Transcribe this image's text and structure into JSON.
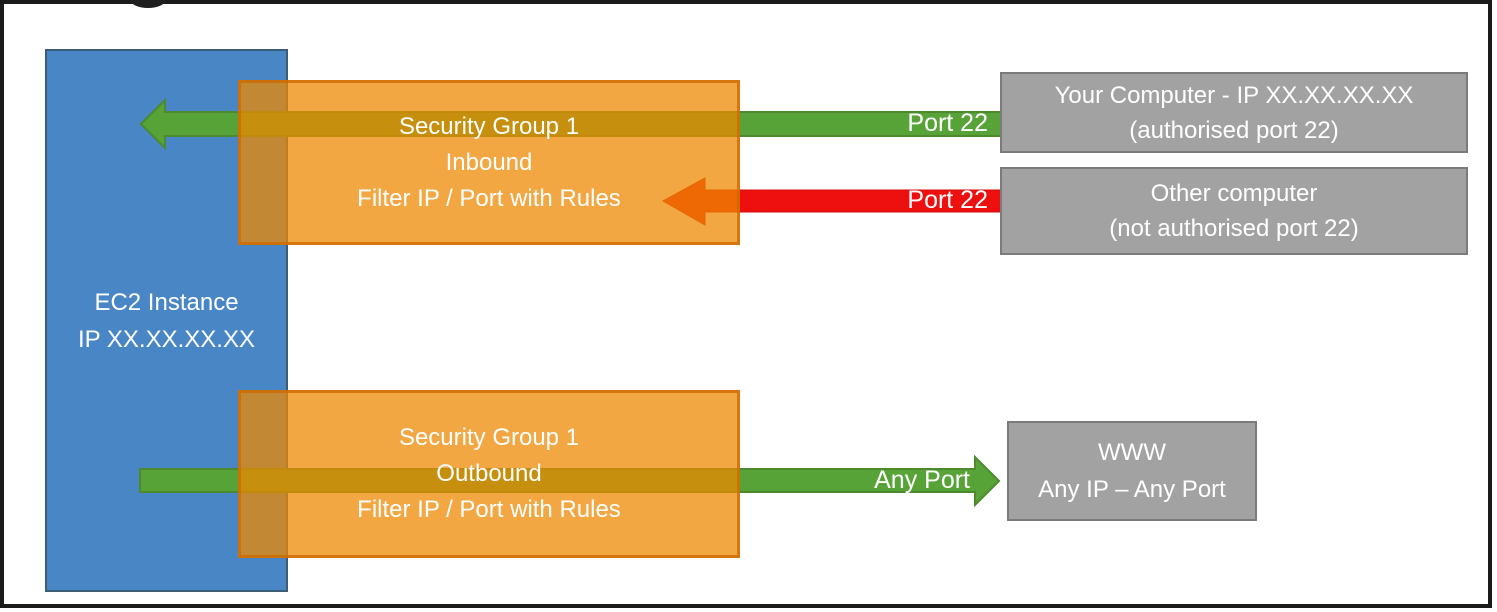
{
  "boxes": {
    "ec2": {
      "line1": "EC2 Instance",
      "line2": "IP XX.XX.XX.XX"
    },
    "sg_inbound": {
      "line1": "Security Group 1",
      "line2": "Inbound",
      "line3": "Filter IP / Port with Rules"
    },
    "sg_outbound": {
      "line1": "Security Group 1",
      "line2": "Outbound",
      "line3": "Filter IP / Port with Rules"
    },
    "your_computer": {
      "line1": "Your Computer - IP XX.XX.XX.XX",
      "line2": "(authorised port 22)"
    },
    "other_computer": {
      "line1": "Other computer",
      "line2": "(not authorised port 22)"
    },
    "www": {
      "line1": "WWW",
      "line2": "Any IP – Any Port"
    }
  },
  "arrow_labels": {
    "inbound_allowed": "Port 22",
    "inbound_blocked": "Port 22",
    "outbound": "Any Port"
  },
  "colors": {
    "ec2_blue": "#4886C6",
    "ec2_border": "#3C5C78",
    "security_group_orange": "#F2A73E",
    "allowed_green": "#57A337",
    "allowed_green_border": "#4C8A2D",
    "blocked_red": "#EE0F0F",
    "external_gray": "#A2A2A2",
    "external_gray_border": "#7B7B7B"
  }
}
